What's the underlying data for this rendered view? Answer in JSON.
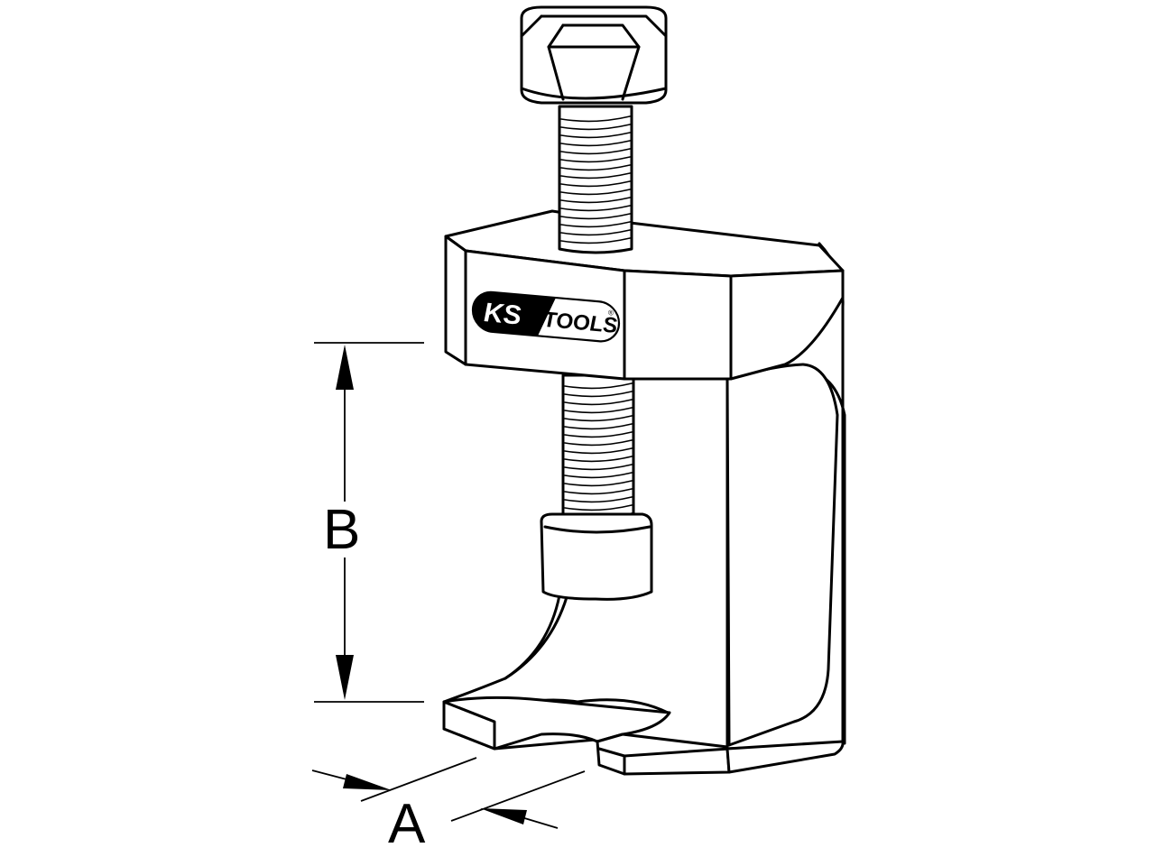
{
  "dimensions": {
    "a_label": "A",
    "b_label": "B"
  },
  "logo": {
    "brand_left": "KS",
    "brand_right": "TOOLS",
    "mark": "®"
  },
  "icons": {
    "tool": "wiper-arm-puller-icon"
  }
}
